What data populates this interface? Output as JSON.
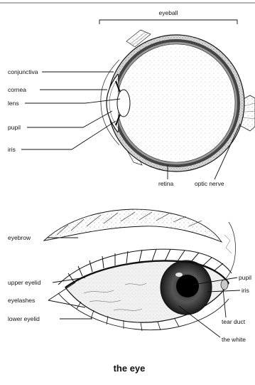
{
  "cross_section": {
    "eyeball_label": "eyeball",
    "labels": {
      "conjunctiva": "conjunctiva",
      "cornea": "cornea",
      "lens": "lens",
      "pupil": "pupil",
      "iris": "iris",
      "retina": "retina",
      "optic_nerve": "optic nerve"
    }
  },
  "external_view": {
    "labels": {
      "eyebrow": "eyebrow",
      "upper_eyelid": "upper eyelid",
      "eyelashes": "eyelashes",
      "lower_eyelid": "lower eyelid",
      "pupil": "pupil",
      "iris": "iris",
      "tear_duct": "tear duct",
      "the_white": "the white"
    }
  },
  "title": "the eye"
}
